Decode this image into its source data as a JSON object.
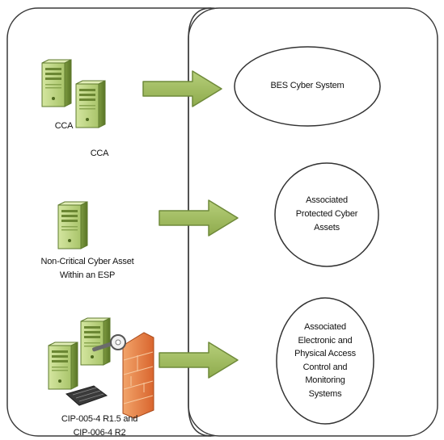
{
  "colors": {
    "panel_stroke": "#3a3a3a",
    "arrow_fill": "#9bb85a",
    "arrow_stroke": "#6f8a3a",
    "server_light": "#c6dc8a",
    "server_mid": "#9ab85a",
    "server_dark": "#5e7a2e",
    "firewall": "#e07a3a",
    "ellipse_stroke": "#333333"
  },
  "left_panel": {
    "server_groups": [
      {
        "id": "cca",
        "labels": [
          "CCA",
          "CCA"
        ],
        "icon": "server-pair-icon"
      },
      {
        "id": "non-critical",
        "label_lines": [
          "Non-Critical Cyber Asset",
          "Within an ESP"
        ],
        "icon": "server-icon"
      },
      {
        "id": "cip",
        "label_lines": [
          "CIP-005-4 R1.5 and",
          "CIP-006-4 R2"
        ],
        "icon": "server-firewall-key-icon"
      }
    ]
  },
  "right_panel": {
    "targets": [
      {
        "id": "bes",
        "lines": [
          "BES Cyber System"
        ]
      },
      {
        "id": "apca",
        "lines": [
          "Associated",
          "Protected Cyber",
          "Assets"
        ]
      },
      {
        "id": "eacms",
        "lines": [
          "Associated",
          "Electronic and",
          "Physical Access",
          "Control and",
          "Monitoring",
          "Systems"
        ]
      }
    ]
  }
}
